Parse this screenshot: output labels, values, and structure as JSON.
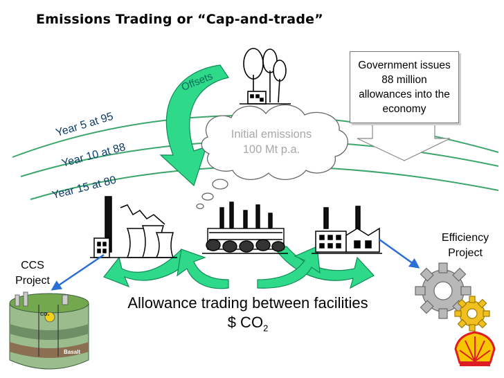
{
  "title": "Emissions Trading or “Cap-and-trade”",
  "government_box": "Government issues 88 million allowances into the economy",
  "offsets_label": "Offsets",
  "cap_lines": [
    {
      "label": "Year 5 at 95"
    },
    {
      "label": "Year 10 at 88"
    },
    {
      "label": "Year 15 at 80"
    }
  ],
  "initial_emissions": {
    "line1": "Initial emissions",
    "line2": "100 Mt p.a."
  },
  "ccs_label": {
    "line1": "CCS",
    "line2": "Project"
  },
  "efficiency_label": {
    "line1": "Efficiency",
    "line2": "Project"
  },
  "trading_label": {
    "line1": "Allowance trading between facilities",
    "line2_main": "$ CO",
    "line2_sub": "2"
  },
  "reservoir_labels": [
    "Basalt",
    "CO₂"
  ],
  "colors": {
    "cap_line": "#3ba56c",
    "arrow_fill": "#2fd98a",
    "arrow_stroke": "#0f8a56",
    "link_arrow": "#2a6fd6",
    "gov_arrow": "#ffffff",
    "logo_yellow": "#f7c600",
    "logo_red": "#dd1d21"
  },
  "icons": [
    "power-plant-icon",
    "refinery-icon",
    "factory-icon",
    "trees-icon",
    "ccs-reservoir-icon",
    "gear-icon",
    "shell-logo-icon"
  ]
}
